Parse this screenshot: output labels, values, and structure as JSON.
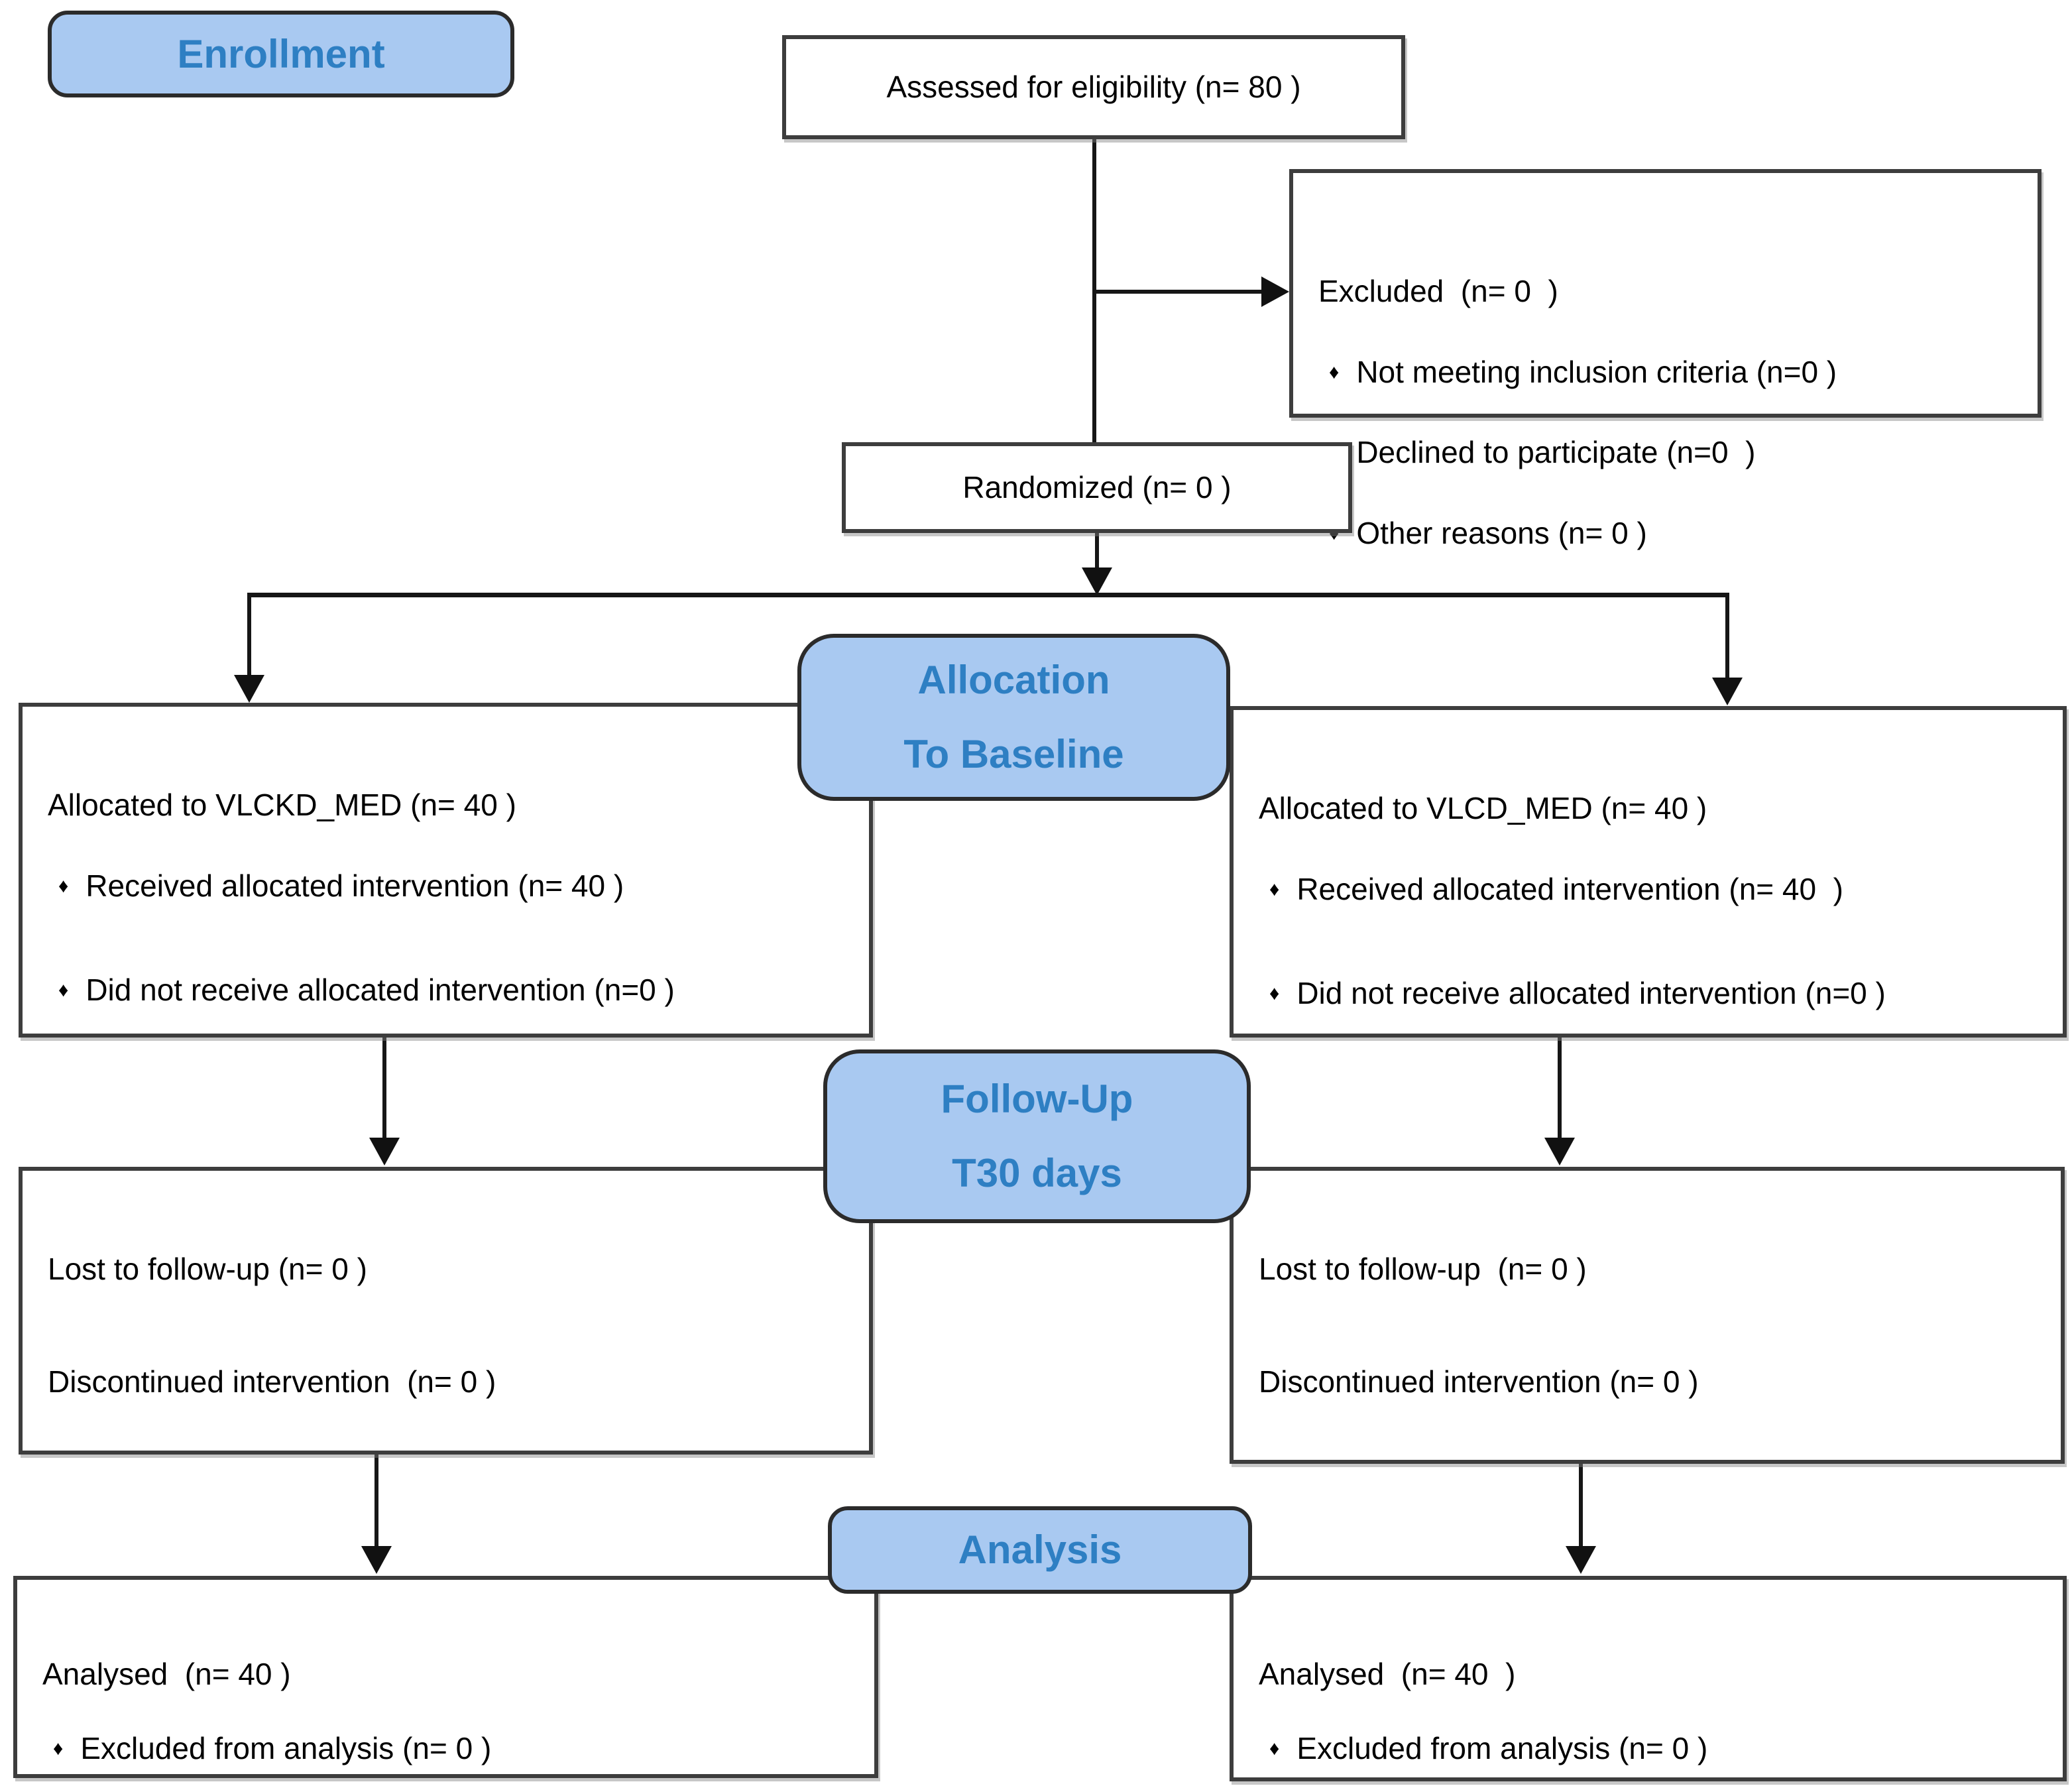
{
  "figure": {
    "type": "consort-flow-diagram",
    "bullet_glyph": "♦",
    "palette": {
      "band_fill": "#a9c9f1",
      "band_border": "#2b2b2b",
      "band_text": "#2e7fc3",
      "box_border": "#3d3d3d",
      "text": "#000000",
      "background": "#ffffff",
      "connector": "#161616"
    }
  },
  "bands": {
    "enrollment": {
      "label": "Enrollment"
    },
    "allocation": {
      "line1": "Allocation",
      "line2": "To Baseline"
    },
    "followup": {
      "line1": "Follow-Up",
      "line2": "T30 days"
    },
    "analysis": {
      "label": "Analysis"
    }
  },
  "boxes": {
    "assessed": {
      "text": "Assessed for eligibility (n= 80 )"
    },
    "excluded": {
      "title": "Excluded  (n= 0  )",
      "bullets": [
        "Not meeting inclusion criteria (n=0 )",
        "Declined to participate (n=0  )",
        "Other reasons (n= 0 )"
      ]
    },
    "randomized": {
      "text": "Randomized (n= 0 )"
    },
    "alloc_left": {
      "title": "Allocated to VLCKD_MED (n= 40 )",
      "bullets": [
        "Received allocated intervention (n= 40 )",
        "Did not receive allocated intervention (n=0 )"
      ]
    },
    "alloc_right": {
      "title": "Allocated to VLCD_MED (n= 40 )",
      "bullets": [
        "Received allocated intervention (n= 40  )",
        "Did not receive allocated intervention (n=0 )"
      ]
    },
    "lost_left": {
      "line1": "Lost to follow-up (n= 0 )",
      "line2": "Discontinued intervention  (n= 0 )"
    },
    "lost_right": {
      "line1": "Lost to follow-up  (n= 0 )",
      "line2": "Discontinued intervention (n= 0 )"
    },
    "analysed_left": {
      "title": "Analysed  (n= 40 )",
      "bullets": [
        "Excluded from analysis (n= 0 )"
      ]
    },
    "analysed_right": {
      "title": "Analysed  (n= 40  )",
      "bullets": [
        "Excluded from analysis (n= 0 )"
      ]
    }
  }
}
